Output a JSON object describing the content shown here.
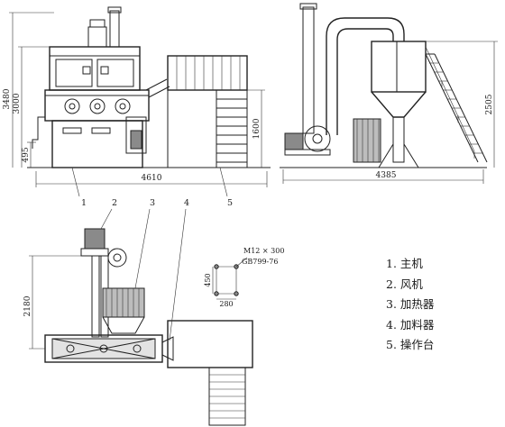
{
  "front_view": {
    "dims": {
      "h_total": "3480",
      "h_body": "3000",
      "h_base": "495",
      "h_platform": "1600",
      "w_total": "4610"
    },
    "callouts": [
      "1",
      "5"
    ]
  },
  "side_view": {
    "dims": {
      "h_hopper": "2505",
      "w_total": "4385"
    }
  },
  "plan_view": {
    "dims": {
      "h_offset": "2180"
    },
    "callouts": [
      "2",
      "3",
      "4"
    ]
  },
  "bolt_detail": {
    "spec_line1": "M12 × 300",
    "spec_line2": "GB799-76",
    "dim_vertical": "450",
    "dim_horizontal": "280"
  },
  "legend": [
    "1. 主机",
    "2. 风机",
    "3. 加热器",
    "4. 加料器",
    "5. 操作台"
  ]
}
